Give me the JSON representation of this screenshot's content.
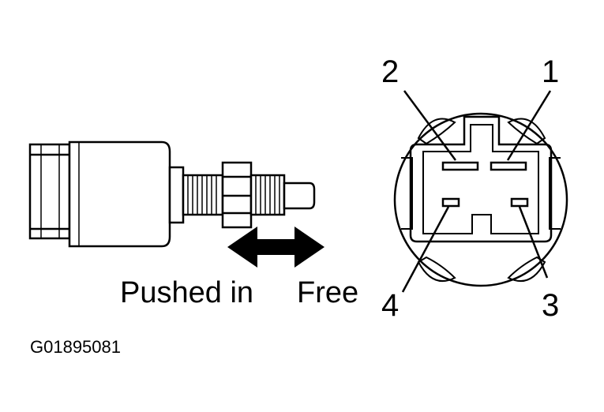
{
  "diagram": {
    "labels": {
      "pushed_in": "Pushed in",
      "free": "Free",
      "figure_code": "G01895081"
    },
    "terminals": [
      {
        "id": "1",
        "label": "1"
      },
      {
        "id": "2",
        "label": "2"
      },
      {
        "id": "3",
        "label": "3"
      },
      {
        "id": "4",
        "label": "4"
      }
    ],
    "colors": {
      "line": "#000000",
      "background": "#ffffff"
    }
  }
}
